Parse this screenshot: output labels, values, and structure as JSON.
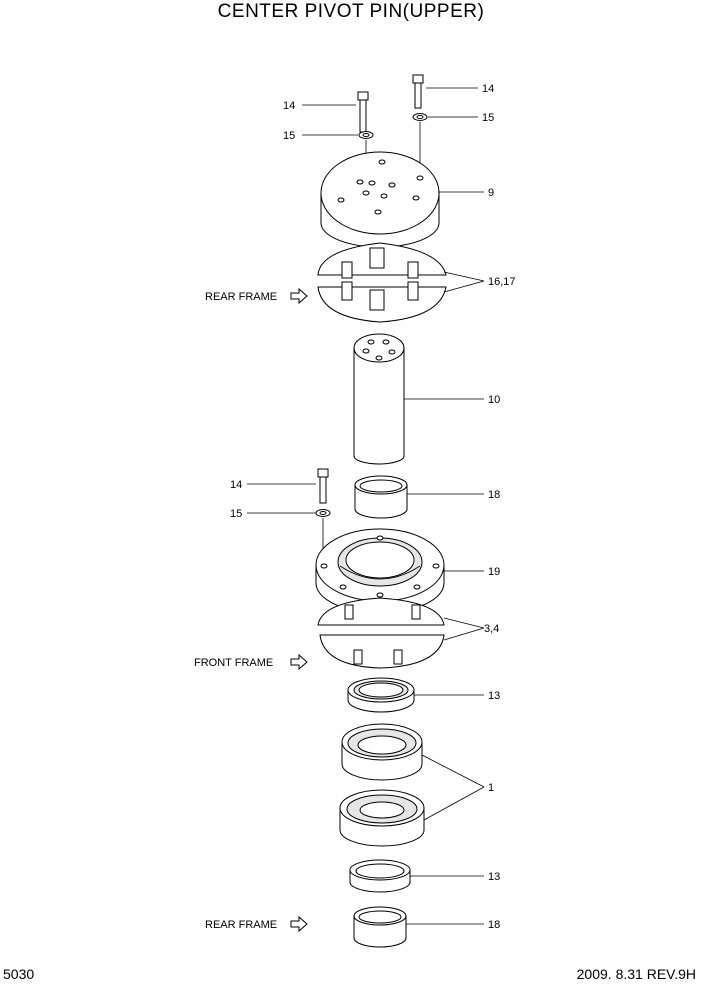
{
  "title": "CENTER PIVOT PIN(UPPER)",
  "page_number": "5030",
  "revision": "2009. 8.31  REV.9H",
  "callouts": {
    "c14a": "14",
    "c14b": "14",
    "c14c": "14",
    "c15a": "15",
    "c15b": "15",
    "c15c": "15",
    "c9": "9",
    "c1617": "16,17",
    "c10": "10",
    "c18a": "18",
    "c19": "19",
    "c34": "3,4",
    "c13a": "13",
    "c1": "1",
    "c13b": "13",
    "c18b": "18"
  },
  "frame_labels": {
    "rear_top": "REAR FRAME",
    "front": "FRONT FRAME",
    "rear_bottom": "REAR FRAME"
  }
}
